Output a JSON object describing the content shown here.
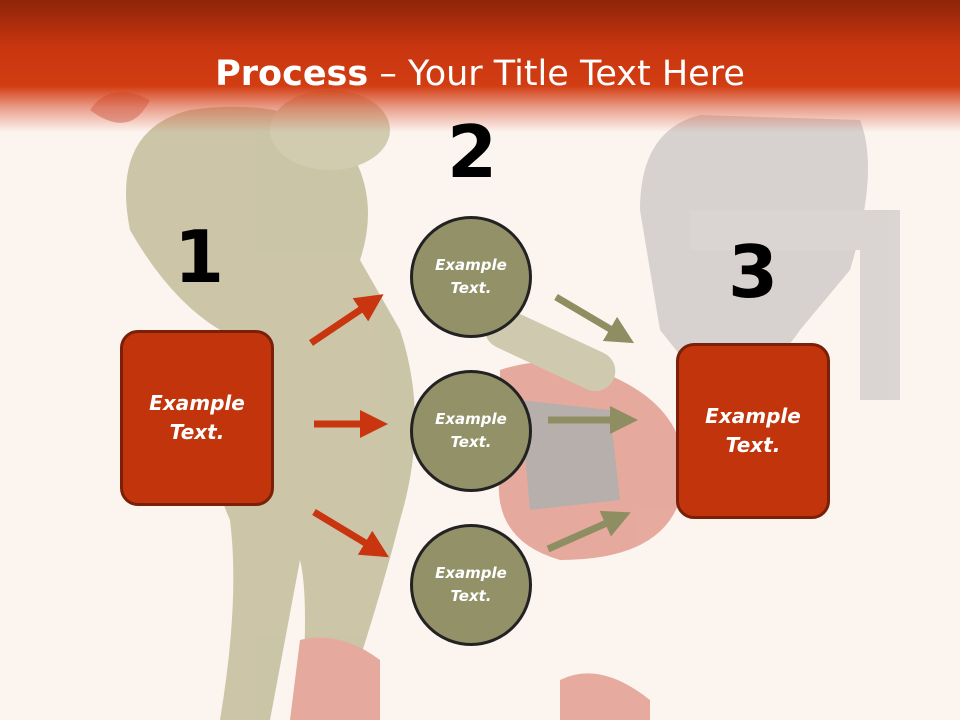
{
  "title": {
    "bold": "Process",
    "rest": " – Your Title Text Here"
  },
  "step_numbers": [
    "1",
    "2",
    "3"
  ],
  "start_box": {
    "label": "Example Text."
  },
  "middle_circles": [
    {
      "label": "Example Text."
    },
    {
      "label": "Example Text."
    },
    {
      "label": "Example Text."
    }
  ],
  "end_box": {
    "label": "Example Text."
  },
  "colors": {
    "header": "#c8350f",
    "box": "#c1340c",
    "circle": "#939168",
    "arrow_red": "#c8350f",
    "arrow_olive": "#8f8e62"
  }
}
